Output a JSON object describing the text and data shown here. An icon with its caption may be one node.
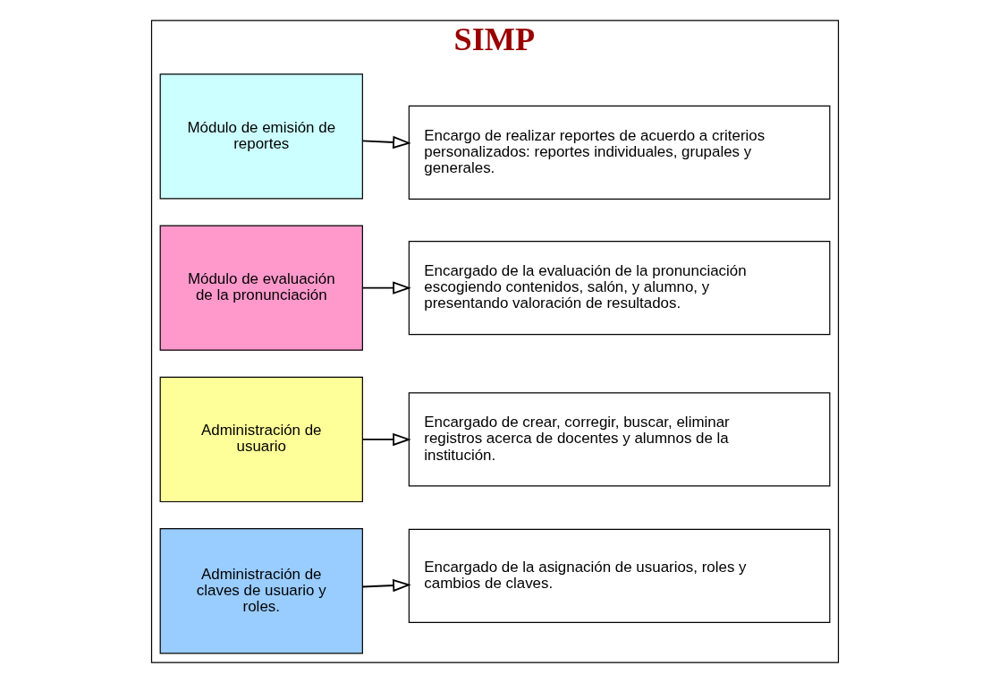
{
  "diagram": {
    "nodes": [
      {
        "text": [
          "SIMP"
        ]
      },
      {
        "text": [
          "Administración de claves de usuario y roles."
        ],
        "in": 0
      },
      {
        "text": [
          "Encargado de la asignación de usuarios, roles y cambios de claves."
        ],
        "in": 0
      },
      {
        "text": [
          "Administración de usuario"
        ],
        "in": 0
      },
      {
        "text": [
          "Encargado de crear, corregir, buscar, eliminar registros acerca de docentes y alumnos de la institución."
        ],
        "in": 0
      },
      {
        "text": [
          "Módulo de evaluación de la pronunciación"
        ],
        "in": 0
      },
      {
        "text": [
          "Encargado de la evaluación de la pronunciación escogiendo contenidos, salón, y alumno, y presentando valoración de resultados."
        ],
        "in": 0
      },
      {
        "text": [
          "Módulo de emisión de reportes"
        ],
        "in": 0
      },
      {
        "text": [
          "Encargo de realizar reportes de acuerdo a criterios personalizados: reportes individuales, grupales y generales."
        ],
        "in": 0
      }
    ],
    "edges": [
      {
        "from": 1,
        "to": 2,
        "arrow": "to"
      },
      {
        "from": 3,
        "to": 4,
        "arrow": "to"
      },
      {
        "from": 5,
        "to": 6,
        "arrow": "to"
      },
      {
        "from": 7,
        "to": 8,
        "arrow": "to"
      }
    ]
  }
}
